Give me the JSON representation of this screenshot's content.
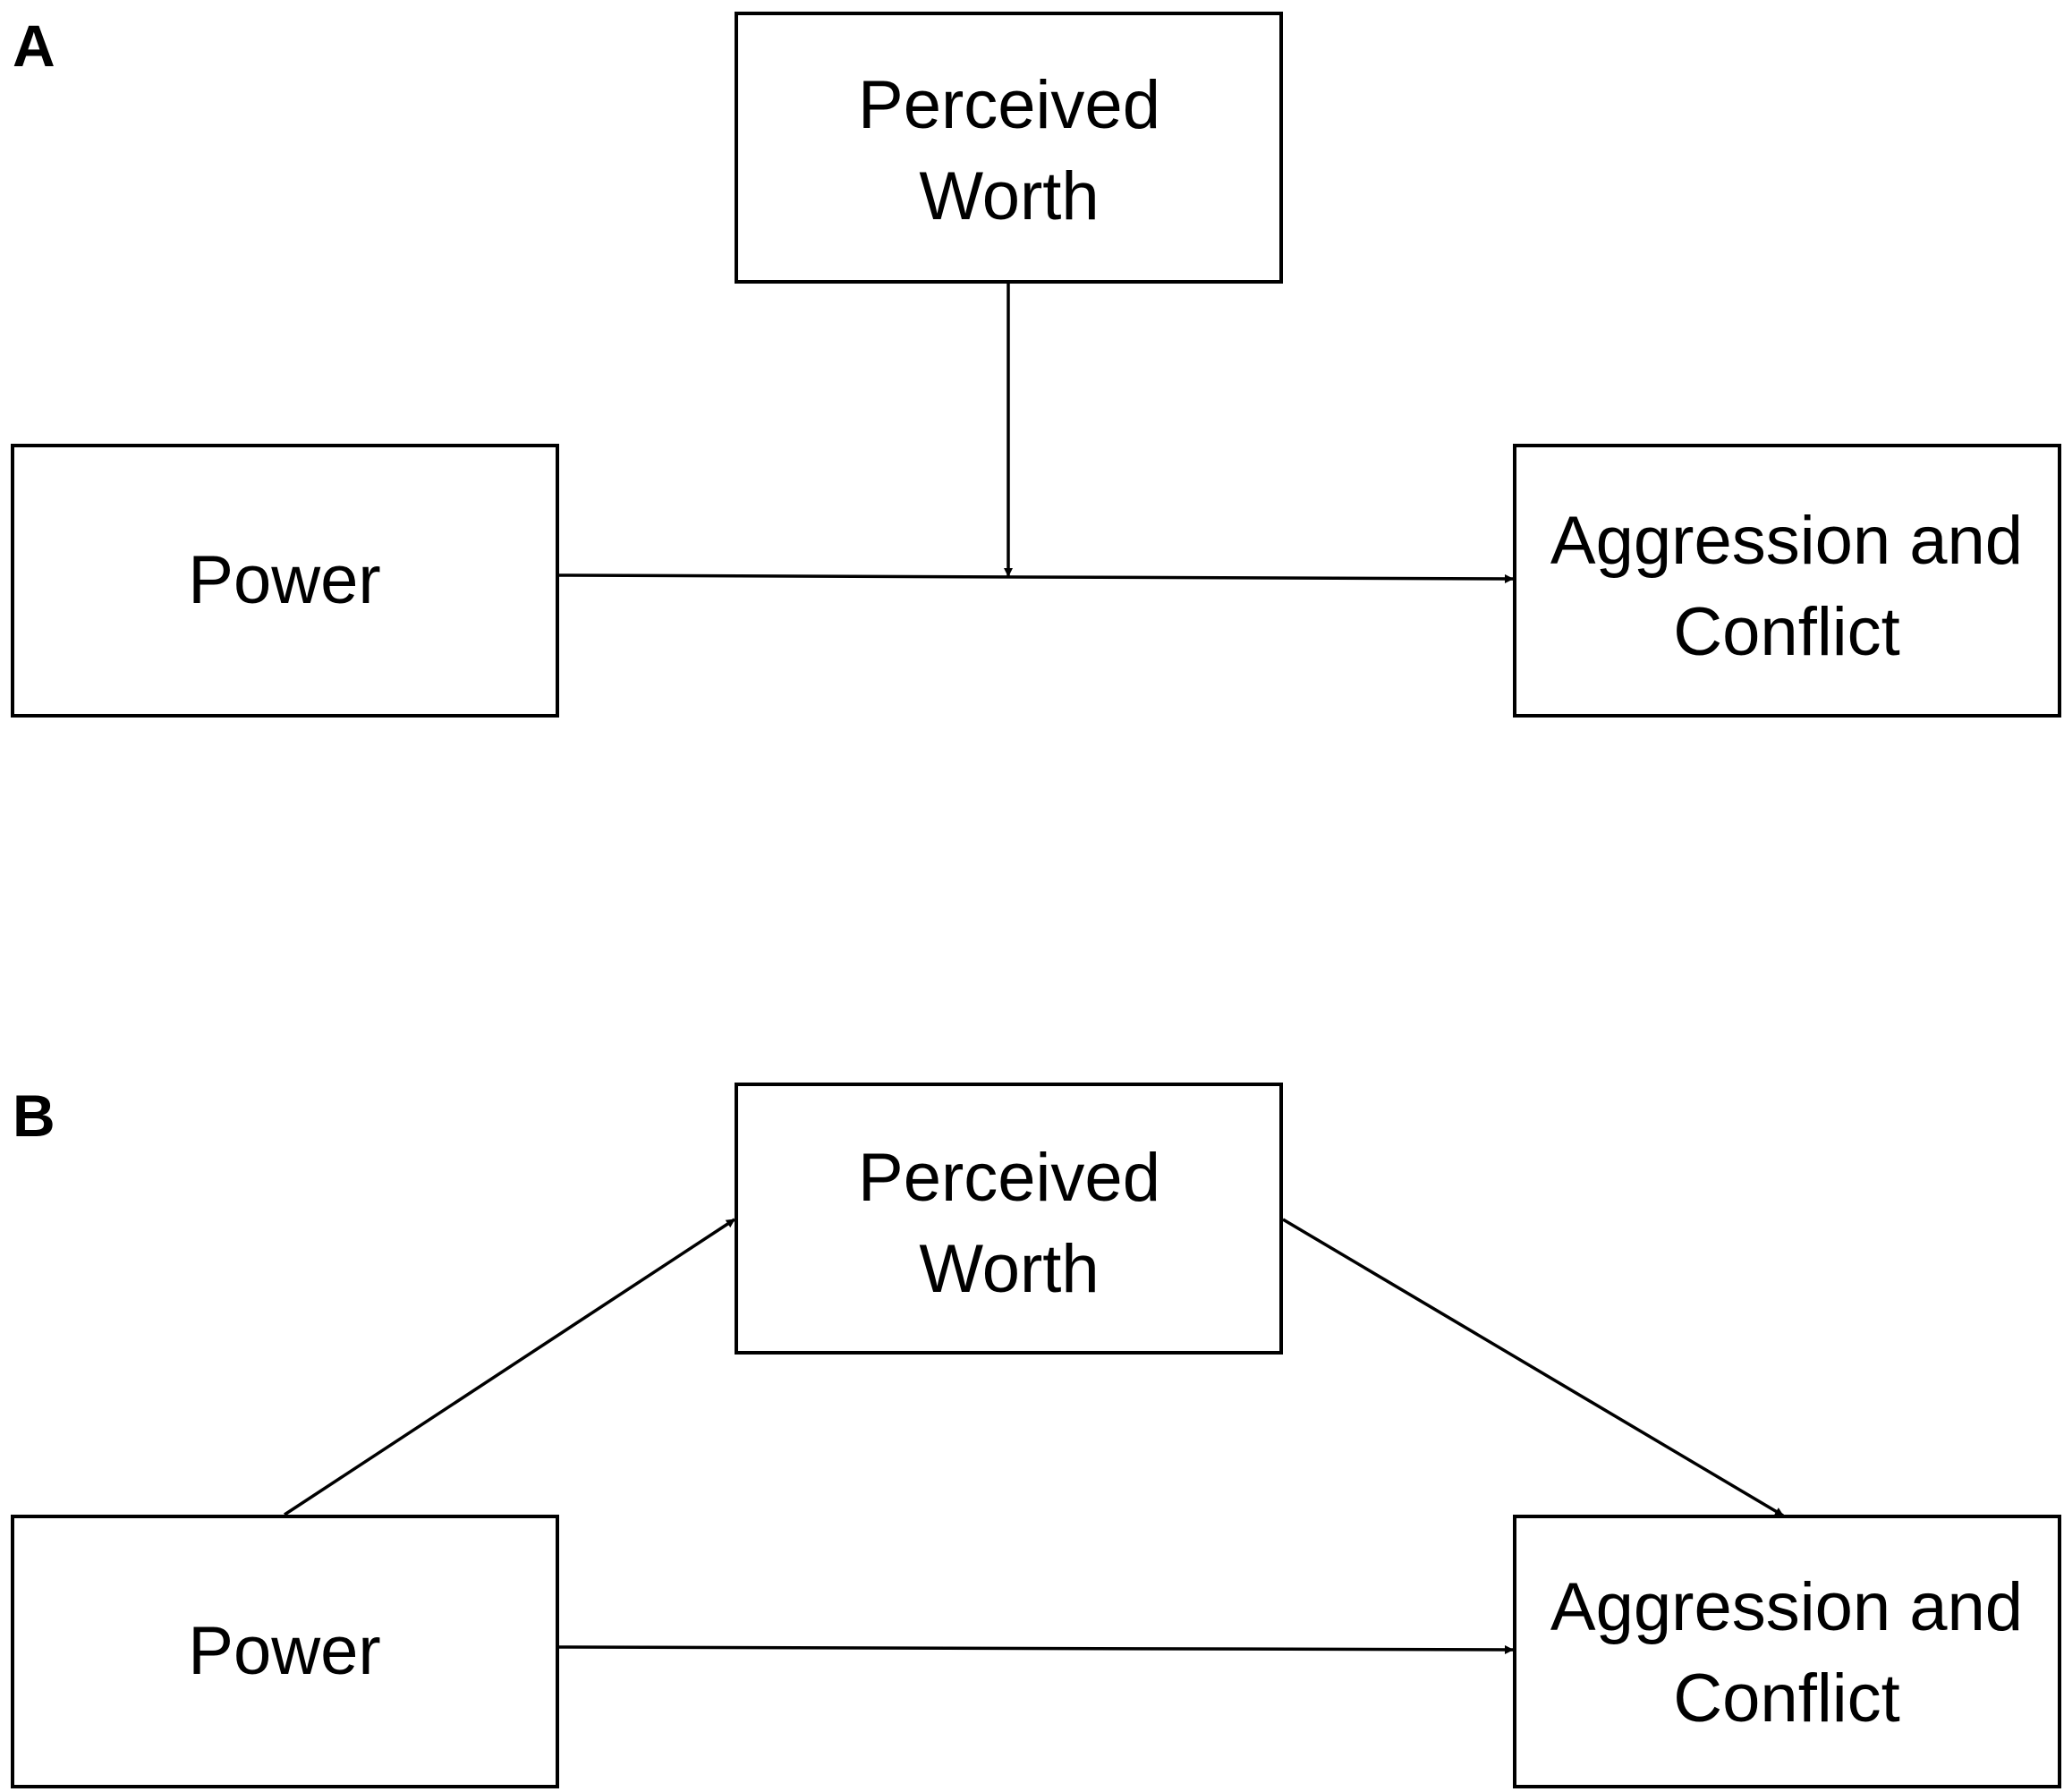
{
  "panels": [
    {
      "label": "A",
      "nodes": {
        "moderator": [
          "Perceived",
          "Worth"
        ],
        "predictor": [
          "Power"
        ],
        "outcome": [
          "Aggression and",
          "Conflict"
        ]
      },
      "edges": [
        {
          "from": "predictor",
          "to": "outcome"
        },
        {
          "from": "moderator",
          "to": "predictor-outcome-path"
        }
      ]
    },
    {
      "label": "B",
      "nodes": {
        "mediator": [
          "Perceived",
          "Worth"
        ],
        "predictor": [
          "Power"
        ],
        "outcome": [
          "Aggression and",
          "Conflict"
        ]
      },
      "edges": [
        {
          "from": "predictor",
          "to": "mediator"
        },
        {
          "from": "mediator",
          "to": "outcome"
        },
        {
          "from": "predictor",
          "to": "outcome"
        }
      ]
    }
  ],
  "colors": {
    "stroke": "#000000",
    "background": "#ffffff"
  }
}
